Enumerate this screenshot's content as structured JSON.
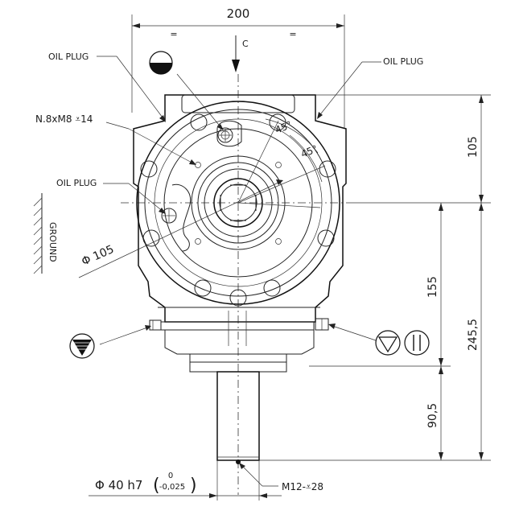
{
  "dimensions": {
    "width_top": "200",
    "eq_left": "=",
    "eq_right": "=",
    "view_arrow": "C",
    "height_105": "105",
    "height_155": "155",
    "height_245": "245,5",
    "height_90": "90,5",
    "bolt_circle": "Φ 105",
    "shaft_dia": "Φ 40 h7",
    "tol_upper": "0",
    "tol_lower": "-0,025",
    "shaft_thread": "M12-⩡28"
  },
  "labels": {
    "oil_plug_top_left": "OIL PLUG",
    "oil_plug_right": "OIL PLUG",
    "oil_plug_left": "OIL PLUG",
    "holes_spec": "N.8xM8 ⩡14",
    "angle_1": "45°",
    "angle_2": "45°",
    "ground": "GROUND"
  },
  "colors": {
    "line": "#222222",
    "symbol_fill": "#111111"
  }
}
